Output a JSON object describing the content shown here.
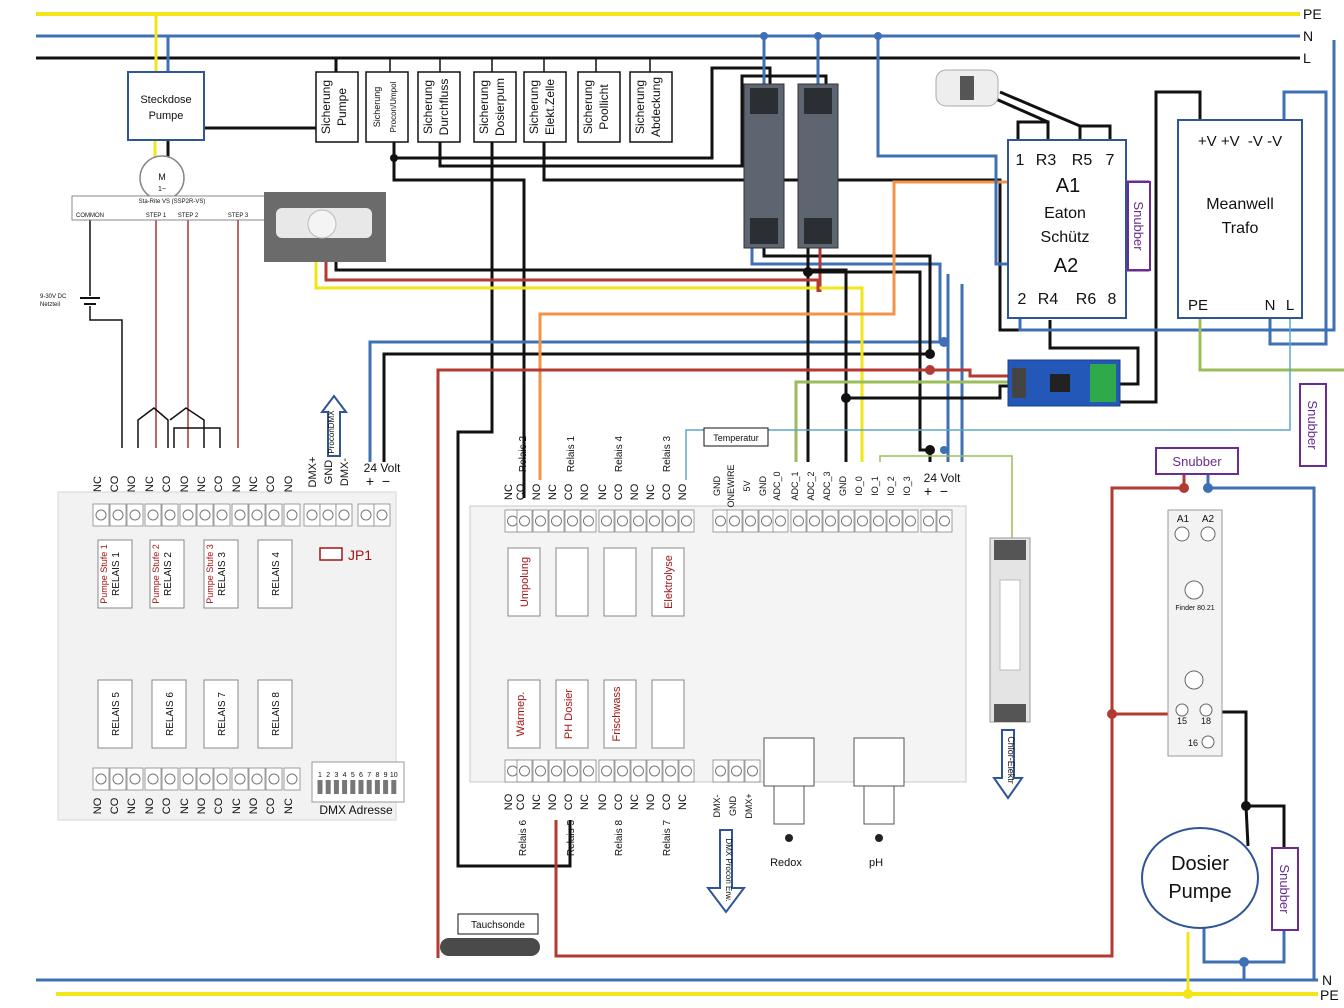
{
  "rails": {
    "pe": "PE",
    "n": "N",
    "l": "L",
    "n_bottom": "N",
    "pe_bottom": "PE"
  },
  "colors": {
    "pe": "#f2e619",
    "n": "#3f6fb5",
    "l": "#111111",
    "red": "#b33a32",
    "orange": "#f0944a",
    "green": "#9bbd5a",
    "cyan": "#5aa9c8",
    "purple": "#6a2c91"
  },
  "socket": {
    "line1": "Steckdose",
    "line2": "Pumpe"
  },
  "motor": {
    "label": "M",
    "sub": "1~",
    "controller": "Sta-Rite VS (SSP2R-VS)",
    "terminals": [
      "COMMON",
      "STEP 1",
      "STEP 2",
      "STEP 3"
    ],
    "psu": "9-30V DC",
    "psu2": "Netzteil"
  },
  "fuses": [
    {
      "l1": "Sicherung",
      "l2": "Pumpe"
    },
    {
      "l1": "Sicherung",
      "l2": "Procon/Umpol"
    },
    {
      "l1": "Sicherung",
      "l2": "Durchfluss"
    },
    {
      "l1": "Sicherung",
      "l2": "Dosierpum"
    },
    {
      "l1": "Sicherung",
      "l2": "Elekt.Zelle"
    },
    {
      "l1": "Sicherung",
      "l2": "Poollicht"
    },
    {
      "l1": "Sicherung",
      "l2": "Abdeckung"
    }
  ],
  "eaton": {
    "top": [
      "1",
      "R3",
      "R5",
      "7"
    ],
    "a1": "A1",
    "name1": "Eaton",
    "name2": "Schütz",
    "a2": "A2",
    "bottom": [
      "2",
      "R4",
      "R6",
      "8"
    ],
    "snubber": "Snubber"
  },
  "meanwell": {
    "top": "+V +V  -V -V",
    "name1": "Meanwell",
    "name2": "Trafo",
    "pe": "PE",
    "n": "N",
    "l": "L"
  },
  "snubber_right": "Snubber",
  "relay_board": {
    "header_top": [
      "NC",
      "CO",
      "NO",
      "NC",
      "CO",
      "NO",
      "NC",
      "CO",
      "NO",
      "NC",
      "CO",
      "NO"
    ],
    "dmx_top": [
      "DMX+",
      "GND",
      "DMX-"
    ],
    "supply": "24 Volt",
    "plus": "+",
    "minus": "−",
    "procon_dmx": "ProconDMX",
    "jp1": "JP1",
    "relays_top": [
      "RELAIS 1",
      "RELAIS 2",
      "RELAIS 3",
      "RELAIS 4"
    ],
    "pump_steps": [
      "Pumpe Stufe 1",
      "Pumpe Stufe 2",
      "Pumpe Stufe 3"
    ],
    "relays_bottom": [
      "RELAIS 5",
      "RELAIS 6",
      "RELAIS 7",
      "RELAIS 8"
    ],
    "header_bottom": [
      "NO",
      "CO",
      "NC",
      "NO",
      "CO",
      "NC",
      "NO",
      "CO",
      "NC",
      "NO",
      "CO",
      "NC"
    ],
    "dmx_addr": "DMX Adresse",
    "dip": [
      "1",
      "2",
      "3",
      "4",
      "5",
      "6",
      "7",
      "8",
      "9",
      "10"
    ]
  },
  "controller": {
    "top_labels": [
      "NC",
      "CO",
      "NO",
      "NC",
      "CO",
      "NO",
      "NC",
      "CO",
      "NO",
      "NC",
      "CO",
      "NO"
    ],
    "relay_names_top": [
      "Relais 2",
      "Relais 1",
      "Relais 4",
      "Relais 3"
    ],
    "io_labels": [
      "GND",
      "ONEWIRE",
      "5V",
      "GND",
      "ADC_0",
      "ADC_1",
      "ADC_2",
      "ADC_3",
      "GND",
      "IO_0",
      "IO_1",
      "IO_2",
      "IO_3"
    ],
    "supply": "24 Volt",
    "plus": "+",
    "minus": "−",
    "temperatur": "Temperatur",
    "relay_funcs_top": [
      "Umpolung",
      "Elektrolyse"
    ],
    "relay_funcs_bottom": [
      "Wärmep.",
      "PH Dosier",
      "Frischwass"
    ],
    "bottom_labels": [
      "NO",
      "CO",
      "NC",
      "NO",
      "CO",
      "NC",
      "NO",
      "CO",
      "NC",
      "NO",
      "CO",
      "NC"
    ],
    "relay_names_bottom": [
      "Relais 6",
      "Relais 5",
      "Relais 8",
      "Relais 7"
    ],
    "dmx_bottom": [
      "DMX-",
      "GND",
      "DMX+"
    ],
    "dmx_arrow": "DMX Procon Erw.",
    "redox": "Redox",
    "ph": "pH"
  },
  "tauchsonde": "Tauchsonde",
  "chlor": "Chlor-Elektr",
  "finder": {
    "snubber": "Snubber",
    "a1": "A1",
    "a2": "A2",
    "name": "Finder 80.21",
    "t15": "15",
    "t18": "18",
    "t16": "16"
  },
  "pump": {
    "l1": "Dosier",
    "l2": "Pumpe",
    "snubber": "Snubber"
  }
}
